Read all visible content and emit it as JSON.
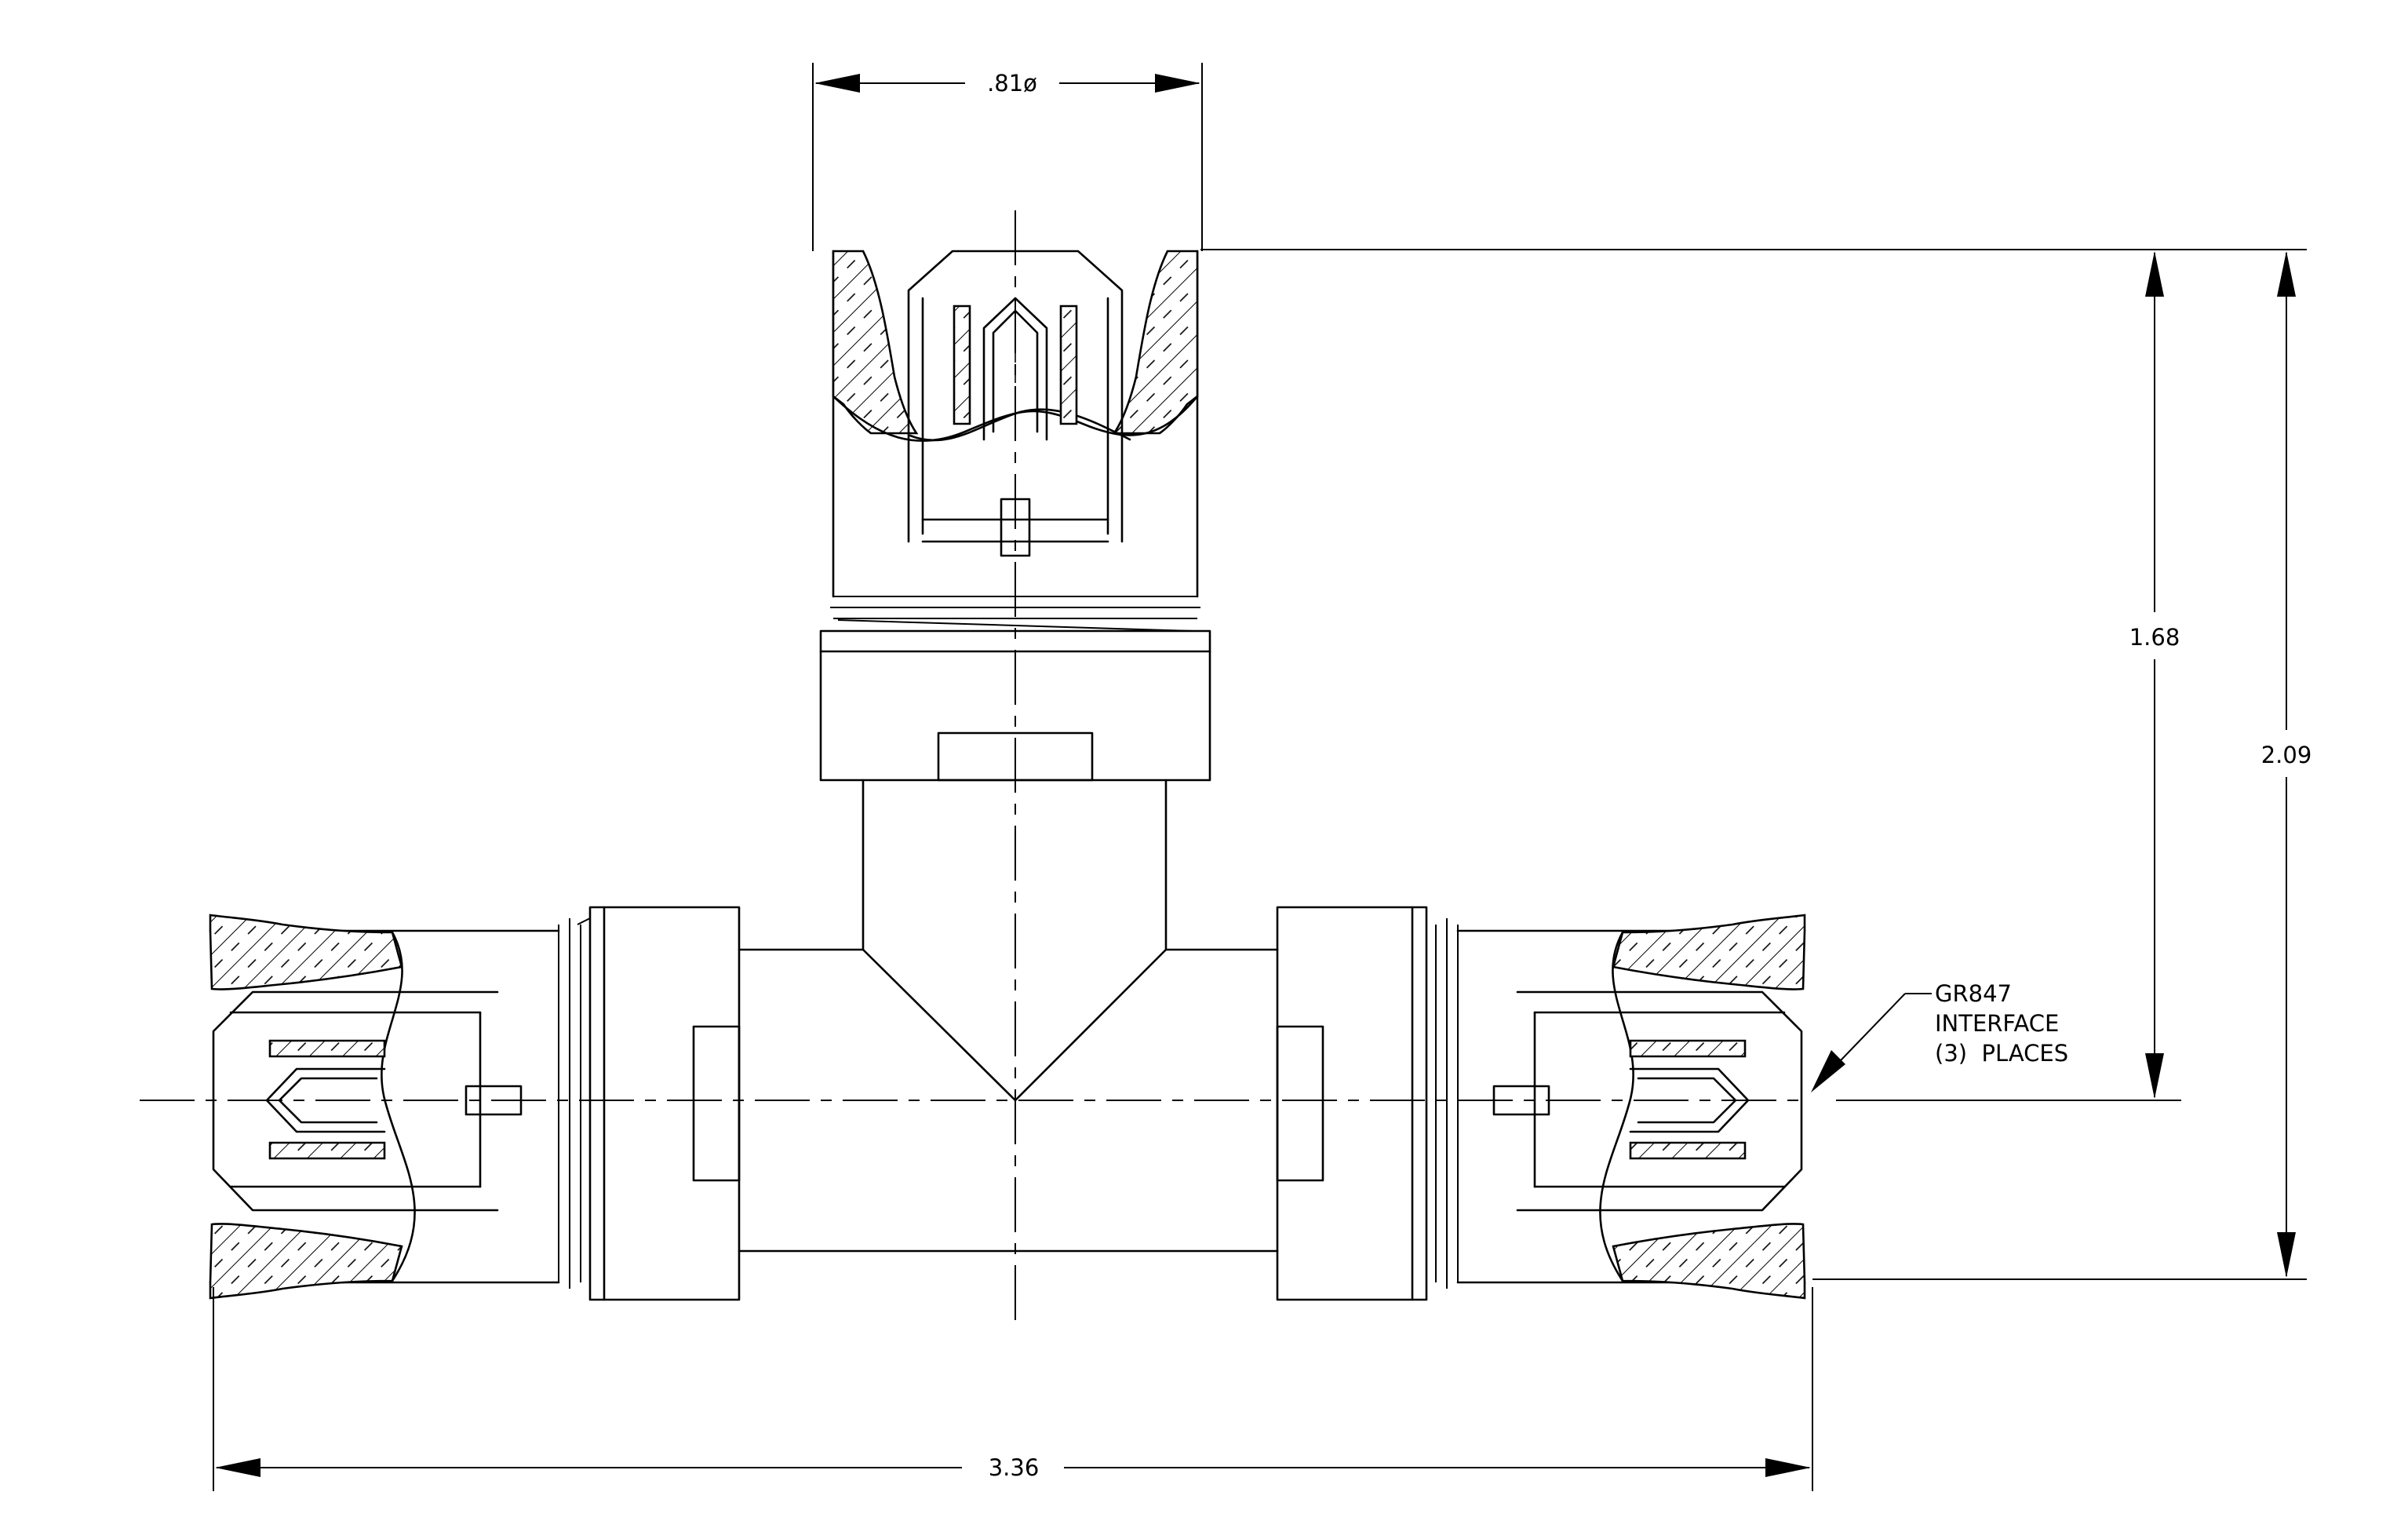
{
  "dimensions": {
    "top_diameter": ".81ø",
    "height_inner": "1.68",
    "height_overall": "2.09",
    "width_overall": "3.36"
  },
  "note": {
    "line1": "GR847",
    "line2": "INTERFACE",
    "line3": "(3)  PLACES"
  }
}
